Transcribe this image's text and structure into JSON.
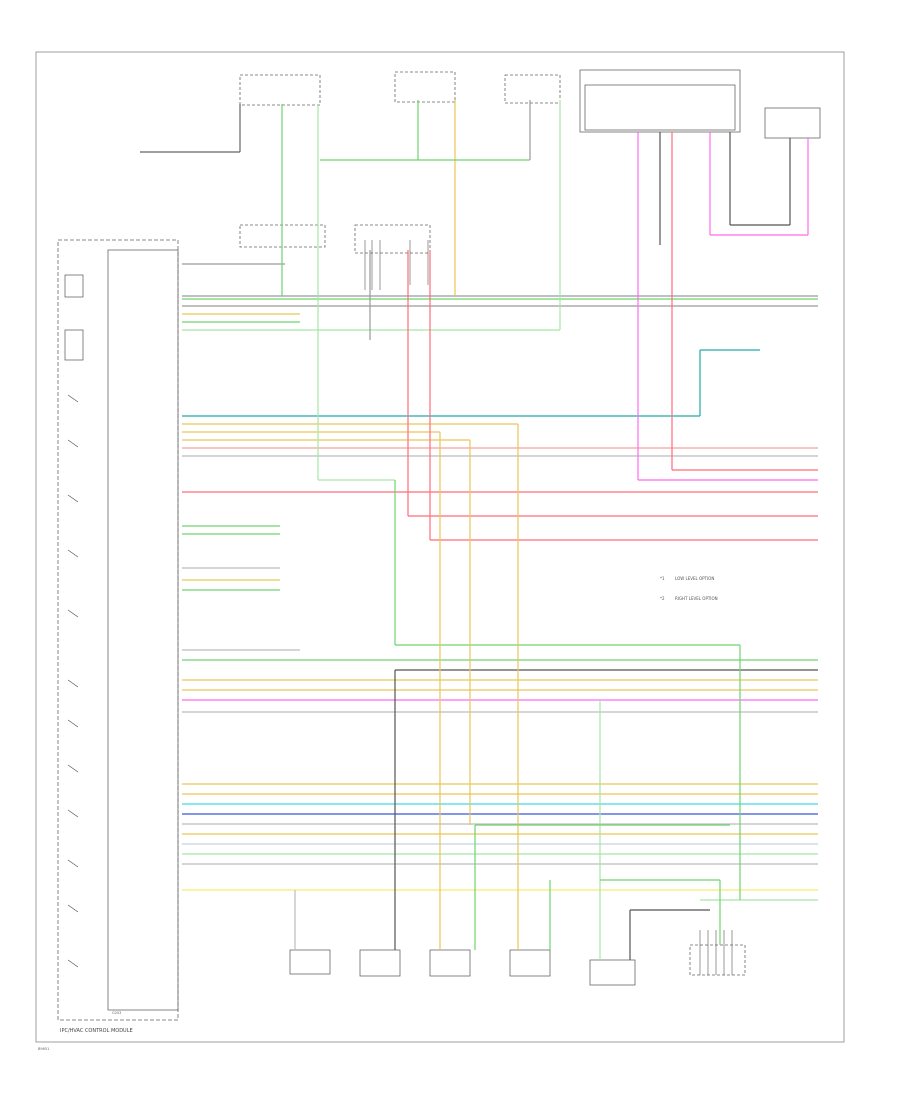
{
  "module": {
    "name": "IPC/HVAC CONTROL MODULE",
    "ground_label": "G203"
  },
  "legend": [
    {
      "symbol": "*1",
      "label": "LOW LEVEL OPTION"
    },
    {
      "symbol": "*2",
      "label": "RIGHT LEVEL OPTION"
    }
  ],
  "footer_code": "B9651"
}
